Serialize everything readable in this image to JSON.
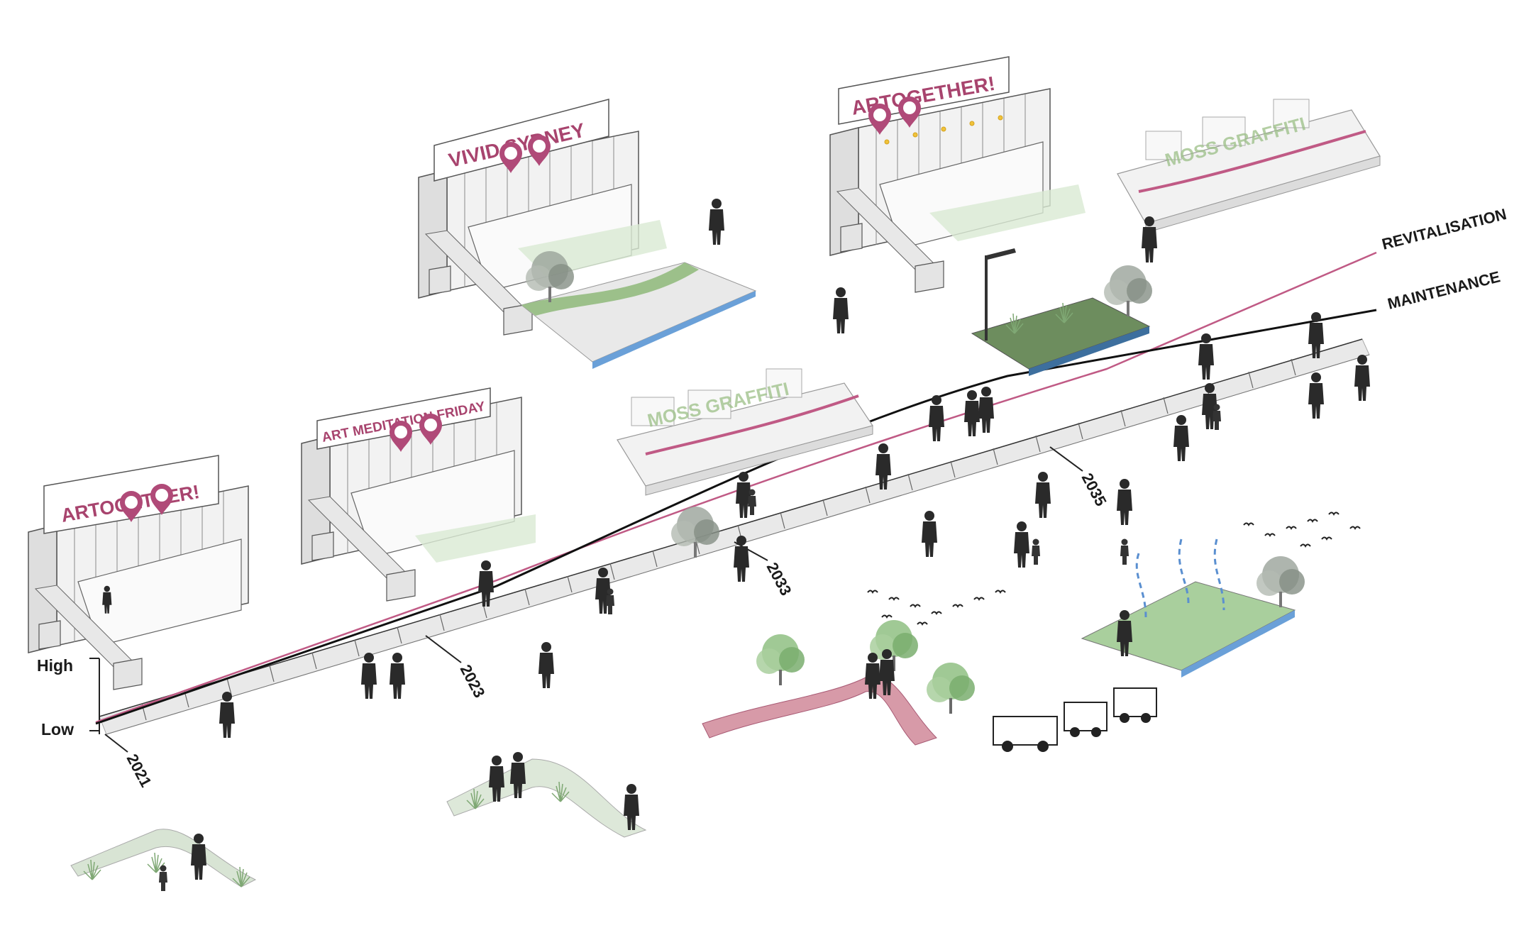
{
  "axis": {
    "high_label": "High",
    "low_label": "Low",
    "years": [
      "2021",
      "2023",
      "2033",
      "2035"
    ]
  },
  "lines": {
    "revitalisation_label": "REVITALISATION",
    "maintenance_label": "MAINTENANCE"
  },
  "billboards": [
    {
      "text": "ARTOGETHER!"
    },
    {
      "text": "ART MEDITATION FRIDAY"
    },
    {
      "text": "VIVID SYDNEY"
    },
    {
      "text": "ARTOGETHER!"
    }
  ],
  "graffiti": [
    {
      "text": "MOSS GRAFFITI"
    },
    {
      "text": "MOSS GRAFFITI"
    }
  ],
  "colors": {
    "revitalisation": "#c05a85",
    "maintenance": "#111111",
    "sign_text": "#a8446e",
    "pin": "#b04a78",
    "grass": "#9cc08a",
    "ground": "#e9e9e9"
  }
}
